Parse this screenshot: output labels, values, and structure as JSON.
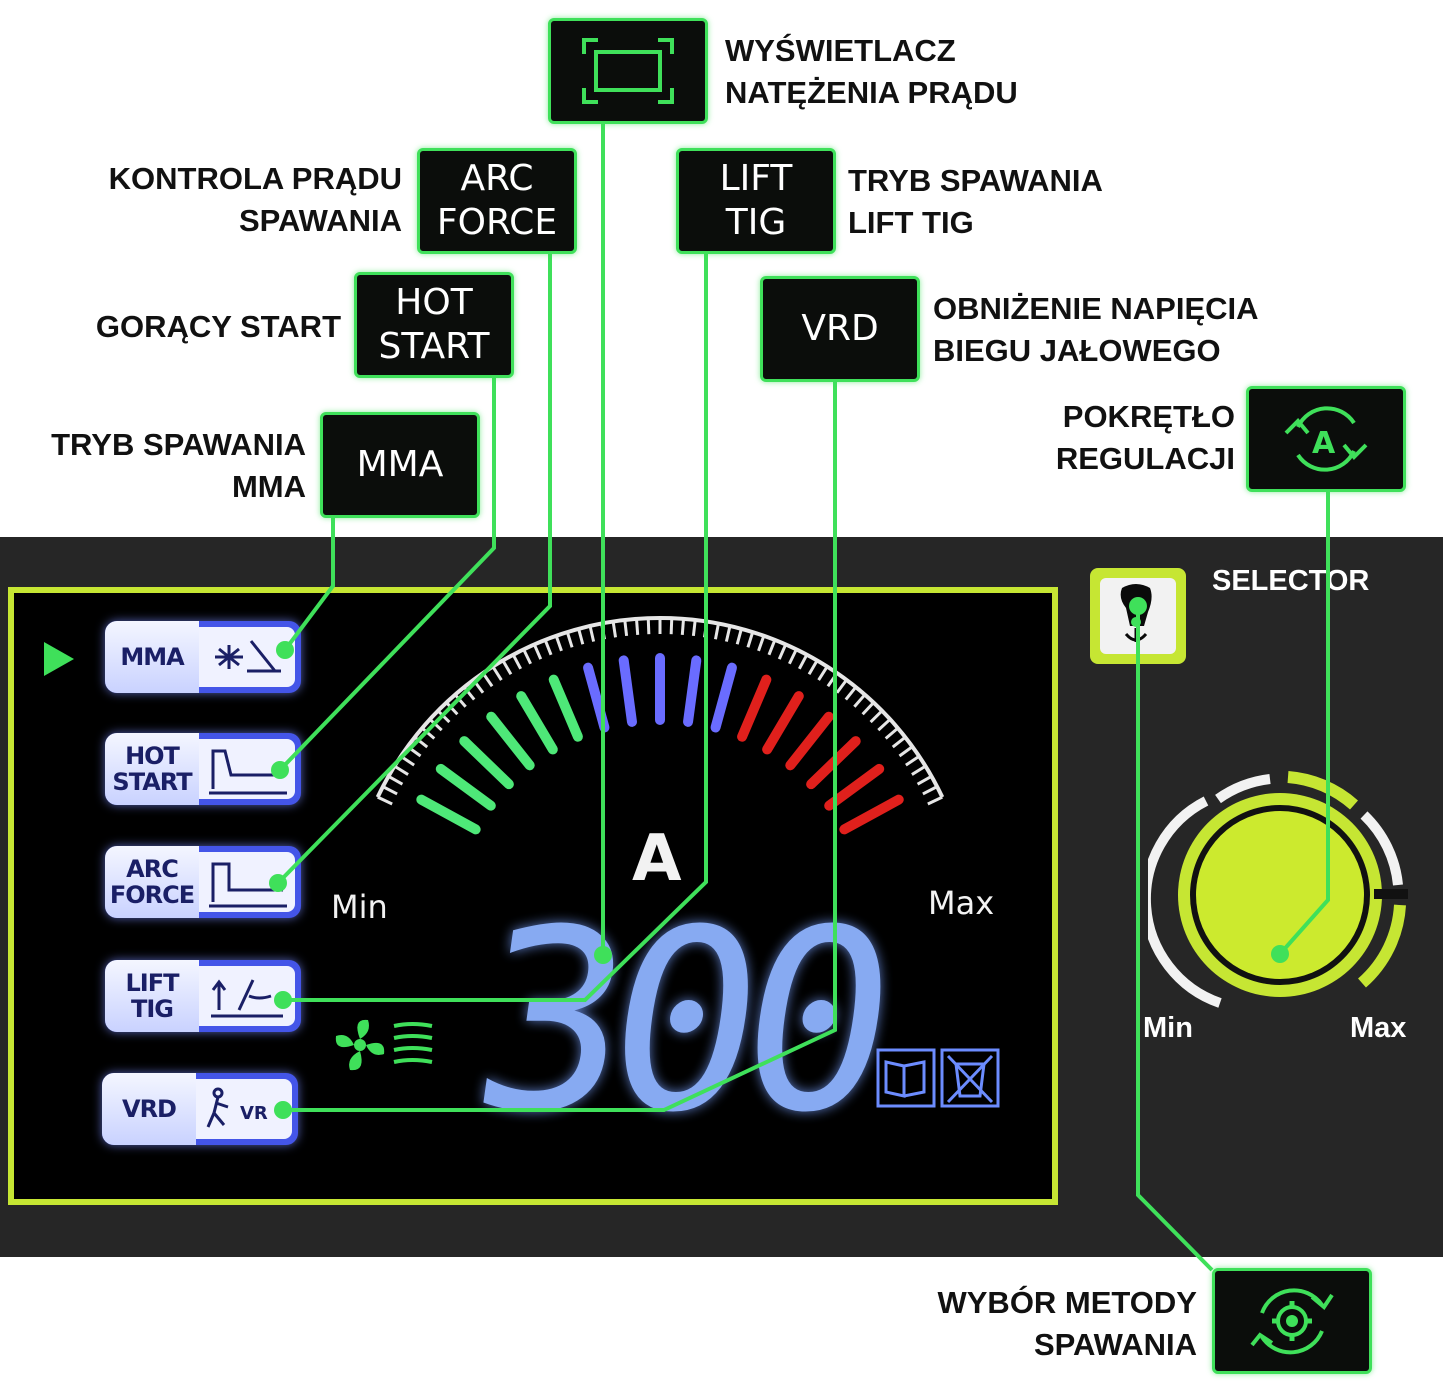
{
  "callouts": {
    "display_title": [
      "WYŚWIETLACZ",
      "NATĘŻENIA PRĄDU"
    ],
    "arc_force_desc": [
      "KONTROLA PRĄDU",
      "SPAWANIA"
    ],
    "hot_start_desc": "GORĄCY START",
    "mma_desc": [
      "TRYB SPAWANIA",
      "MMA"
    ],
    "lift_tig_desc": [
      "TRYB SPAWANIA",
      "LIFT TIG"
    ],
    "vrd_desc": [
      "OBNIŻENIE NAPIĘCIA",
      "BIEGU JAŁOWEGO"
    ],
    "knob_desc": [
      "POKRĘTŁO",
      "REGULACJI"
    ],
    "selector_desc": [
      "WYBÓR METODY",
      "SPAWANIA"
    ]
  },
  "badges": {
    "arc_force": [
      "ARC",
      "FORCE"
    ],
    "hot_start": [
      "HOT",
      "START"
    ],
    "mma": "MMA",
    "lift_tig": [
      "LIFT",
      "TIG"
    ],
    "vrd": "VRD"
  },
  "lcd": {
    "modes": [
      {
        "label": [
          "MMA"
        ],
        "icon": "electrode-icon"
      },
      {
        "label": [
          "HOT",
          "START"
        ],
        "icon": "hot-start-curve-icon"
      },
      {
        "label": [
          "ARC",
          "FORCE"
        ],
        "icon": "arc-force-curve-icon"
      },
      {
        "label": [
          "LIFT",
          "TIG"
        ],
        "icon": "tig-torch-icon"
      },
      {
        "label": [
          "VRD"
        ],
        "icon": "vrd-icon"
      }
    ],
    "active_mode": "MMA",
    "unit": "A",
    "gauge_min": "Min",
    "gauge_max": "Max",
    "current_value": "300"
  },
  "panel": {
    "selector_label": "SELECTOR",
    "knob_min": "Min",
    "knob_max": "Max"
  },
  "colors": {
    "accent_green": "#3fe05a",
    "lcd_frame": "#c6e633",
    "digit_blue": "#8fb4ff",
    "gauge_green": "#4ee878",
    "gauge_blue": "#6a6cff",
    "gauge_red": "#e0201c"
  }
}
